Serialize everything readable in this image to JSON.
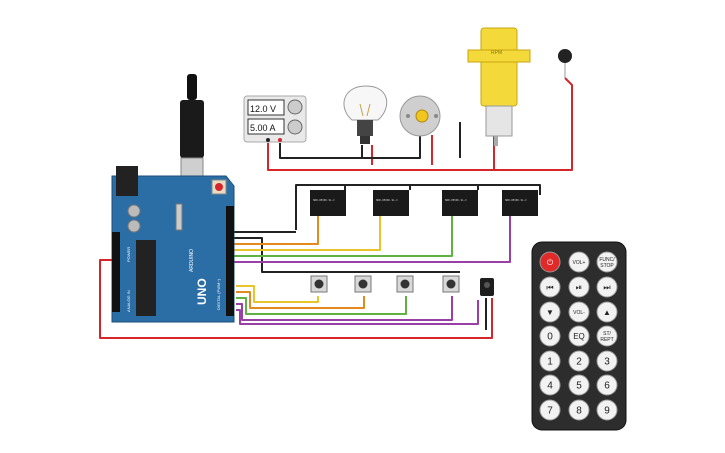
{
  "power_supply": {
    "voltage": "12.0 V",
    "current": "5.00 A"
  },
  "motor": {
    "label": "RPM"
  },
  "arduino": {
    "model": "UNO",
    "power_label": "POWER",
    "analog_label": "ANALOG IN",
    "digital_label": "DIGITAL (PWM~)",
    "brand": "ARDUINO"
  },
  "relays": [
    {
      "name": "relay-1",
      "text": "SRD-05VDC-SL-C"
    },
    {
      "name": "relay-2",
      "text": "SRD-05VDC-SL-C"
    },
    {
      "name": "relay-3",
      "text": "SRD-05VDC-SL-C"
    },
    {
      "name": "relay-4",
      "text": "SRD-05VDC-SL-C"
    }
  ],
  "remote": {
    "buttons": [
      {
        "name": "power",
        "label": "⏻",
        "red": true
      },
      {
        "name": "vol-up",
        "label": "VOL+"
      },
      {
        "name": "func-stop",
        "label": "FUNC/\nSTOP"
      },
      {
        "name": "prev",
        "label": "⏮"
      },
      {
        "name": "play-pause",
        "label": "⏯"
      },
      {
        "name": "next",
        "label": "⏭"
      },
      {
        "name": "down",
        "label": "▼"
      },
      {
        "name": "vol-down",
        "label": "VOL-"
      },
      {
        "name": "up",
        "label": "▲"
      },
      {
        "name": "0",
        "label": "0"
      },
      {
        "name": "eq",
        "label": "EQ"
      },
      {
        "name": "st-rept",
        "label": "ST/\nREPT"
      },
      {
        "name": "1",
        "label": "1"
      },
      {
        "name": "2",
        "label": "2"
      },
      {
        "name": "3",
        "label": "3"
      },
      {
        "name": "4",
        "label": "4"
      },
      {
        "name": "5",
        "label": "5"
      },
      {
        "name": "6",
        "label": "6"
      },
      {
        "name": "7",
        "label": "7"
      },
      {
        "name": "8",
        "label": "8"
      },
      {
        "name": "9",
        "label": "9"
      }
    ]
  },
  "colors": {
    "board": "#2b6ea6",
    "wire_black": "#222222",
    "wire_red": "#d6252b",
    "wire_orange": "#e38b1e",
    "wire_yellow": "#e8c52a",
    "wire_green": "#5fb141",
    "wire_purple": "#9b3fa8",
    "motor_yellow": "#f4d93a",
    "remote_body": "#2d2d2d"
  }
}
